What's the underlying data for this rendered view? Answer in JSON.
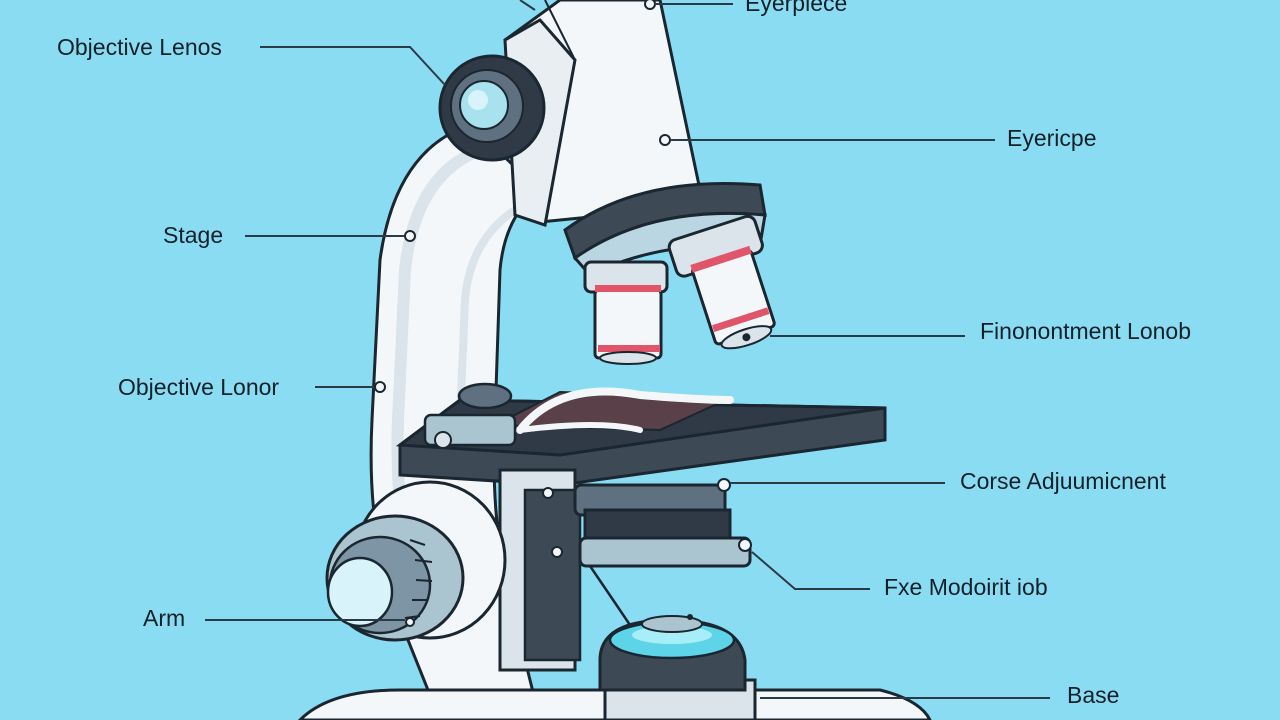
{
  "colors": {
    "background": "#8adcf2",
    "outline": "#1a2630",
    "body_white": "#f4f7f9",
    "body_shade": "#dbe4ea",
    "dark_slate": "#3d4a56",
    "stage_top": "#2f3a46",
    "lens_glass": "#a8e2ee",
    "accent_red": "#e0556a",
    "leader_line": "#2a3a46"
  },
  "labels": {
    "eyepiece_top": "Eyerpiece",
    "objective_lens_top": "Objective Lenos",
    "eyepiece_right": "Eyericpe",
    "stage": "Stage",
    "fine_adjustment": "Finonontment Lonob",
    "objective_lens_mid": "Objective Lonor",
    "coarse_adjustment": "Corse Adjuumicnent",
    "fine_knob": "Fxe Modoirit iob",
    "arm": "Arm",
    "base": "Base"
  }
}
